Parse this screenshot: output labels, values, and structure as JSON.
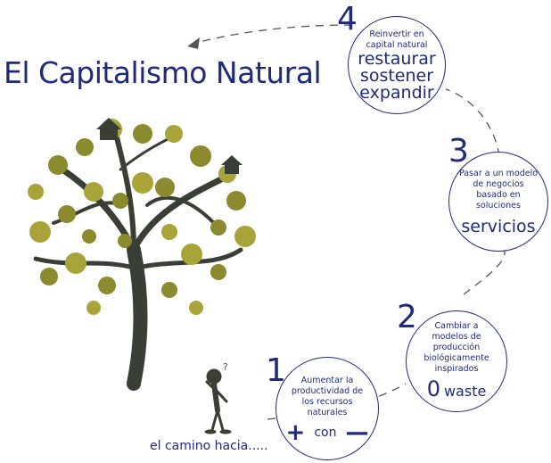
{
  "title": "El Capitalismo Natural",
  "caption": "el camino hacia.....",
  "question_mark": "?",
  "steps": [
    {
      "number": "1",
      "text": "Aumentar la productividad de los recursos naturales",
      "plus": "+",
      "con": "con",
      "minus": "—"
    },
    {
      "number": "2",
      "text": "Cambiar a modelos de producción biológicamente inspirados",
      "zero": "0",
      "waste": "waste"
    },
    {
      "number": "3",
      "text": "Pasar a un modelo de negocios basado en soluciones",
      "big": "servicios"
    },
    {
      "number": "4",
      "text": "Reinvertir en capital natural",
      "big_lines": [
        "restaurar",
        "sostener",
        "expandir"
      ]
    }
  ],
  "colors": {
    "navy": "#1f2a7a",
    "olive": "#8b8a2e",
    "olive_light": "#a9a43a",
    "trunk": "#3a3f36"
  }
}
